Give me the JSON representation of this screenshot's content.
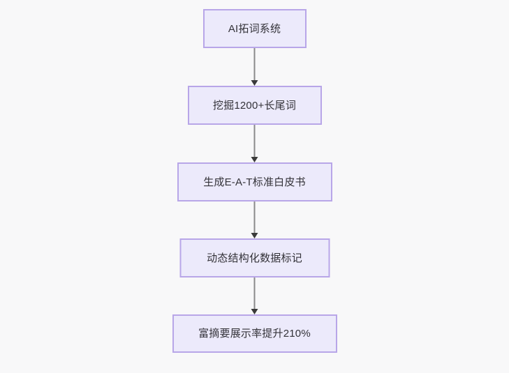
{
  "diagram": {
    "type": "flowchart",
    "orientation": "top-to-bottom",
    "background_color": "#f8f8f9",
    "node_fill_color": "#eceafb",
    "node_border_color": "#b8a6e8",
    "node_text_color": "#333238",
    "edge_line_color": "#8a8a8a",
    "edge_arrow_color": "#3a3a3a",
    "nodes": [
      {
        "id": "n0",
        "label": "AI拓词系统"
      },
      {
        "id": "n1",
        "label": "挖掘1200+长尾词"
      },
      {
        "id": "n2",
        "label": "生成E-A-T标准白皮书"
      },
      {
        "id": "n3",
        "label": "动态结构化数据标记"
      },
      {
        "id": "n4",
        "label": "富摘要展示率提升210%"
      }
    ],
    "edges": [
      {
        "id": "e0",
        "from": "n0",
        "to": "n1",
        "label": ""
      },
      {
        "id": "e1",
        "from": "n1",
        "to": "n2",
        "label": ""
      },
      {
        "id": "e2",
        "from": "n2",
        "to": "n3",
        "label": ""
      },
      {
        "id": "e3",
        "from": "n3",
        "to": "n4",
        "label": ""
      }
    ]
  }
}
